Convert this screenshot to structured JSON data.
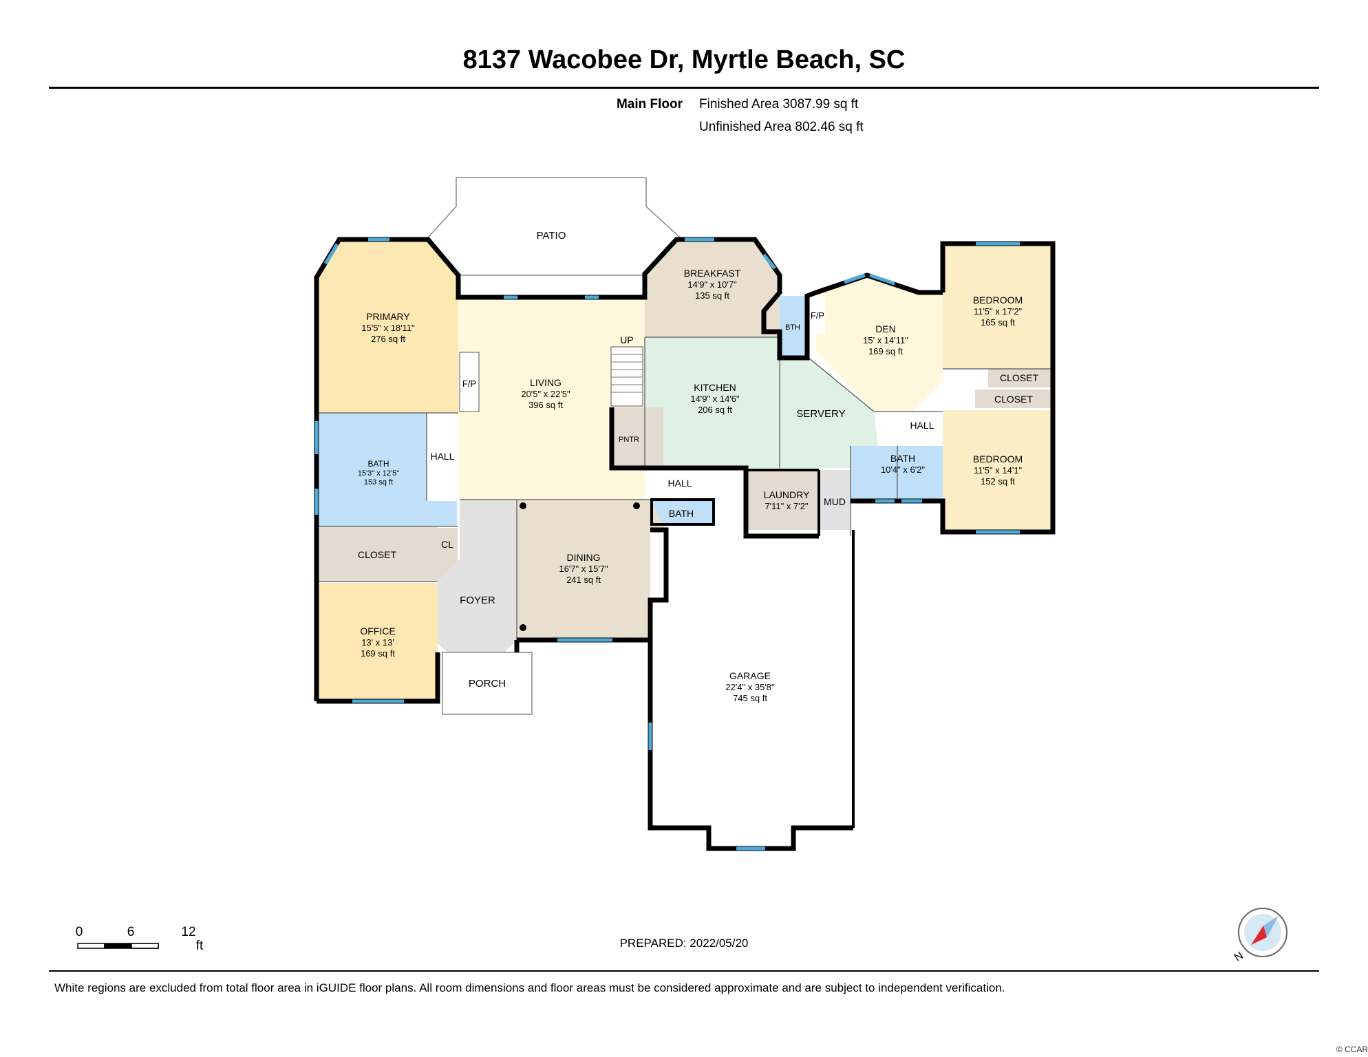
{
  "header": {
    "title": "8137 Wacobee Dr, Myrtle Beach, SC",
    "floor_label": "Main Floor",
    "finished_area": "Finished Area 3087.99 sq ft",
    "unfinished_area": "Unfinished Area 802.46 sq ft"
  },
  "colors": {
    "bedroom": "#fbeec4",
    "primary": "#fde7b3",
    "bath": "#bfe0f8",
    "living": "#fff8dc",
    "kitchen": "#dff0e4",
    "dining": "#e8dfcf",
    "closet": "#e4dbd0",
    "foyer": "#e2e2e2",
    "window": "#4ea8d8",
    "wall": "#000000"
  },
  "rooms": {
    "patio": {
      "name": "PATIO"
    },
    "primary": {
      "name": "PRIMARY",
      "dims": "15'5\" x 18'11\"",
      "area": "276 sq ft"
    },
    "breakfast": {
      "name": "BREAKFAST",
      "dims": "14'9\" x 10'7\"",
      "area": "135 sq ft"
    },
    "bth": {
      "name": "BTH"
    },
    "fp_den": {
      "name": "F/P"
    },
    "den": {
      "name": "DEN",
      "dims": "15' x 14'11\"",
      "area": "169 sq ft"
    },
    "bedroom1": {
      "name": "BEDROOM",
      "dims": "11'5\" x 17'2\"",
      "area": "165 sq ft"
    },
    "closet_a": {
      "name": "CLOSET"
    },
    "closet_b": {
      "name": "CLOSET"
    },
    "living": {
      "name": "LIVING",
      "dims": "20'5\" x 22'5\"",
      "area": "396 sq ft"
    },
    "fp_living": {
      "name": "F/P"
    },
    "up": {
      "name": "UP"
    },
    "kitchen": {
      "name": "KITCHEN",
      "dims": "14'9\" x 14'6\"",
      "area": "206 sq ft"
    },
    "servery": {
      "name": "SERVERY"
    },
    "hall_right": {
      "name": "HALL"
    },
    "bath_primary": {
      "name": "BATH",
      "dims": "15'3\" x 12'5\"",
      "area": "153 sq ft"
    },
    "hall_left": {
      "name": "HALL"
    },
    "pntr": {
      "name": "PNTR"
    },
    "hall_mid": {
      "name": "HALL"
    },
    "laundry": {
      "name": "LAUNDRY",
      "dims": "7'11\" x 7'2\""
    },
    "mud": {
      "name": "MUD"
    },
    "bath_right": {
      "name": "BATH",
      "dims": "10'4\" x 6'2\""
    },
    "bedroom2": {
      "name": "BEDROOM",
      "dims": "11'5\" x 14'1\"",
      "area": "152 sq ft"
    },
    "bath_small": {
      "name": "BATH"
    },
    "closet_left": {
      "name": "CLOSET"
    },
    "cl": {
      "name": "CL"
    },
    "dining": {
      "name": "DINING",
      "dims": "16'7\" x 15'7\"",
      "area": "241 sq ft"
    },
    "foyer": {
      "name": "FOYER"
    },
    "office": {
      "name": "OFFICE",
      "dims": "13' x 13'",
      "area": "169 sq ft"
    },
    "porch": {
      "name": "PORCH"
    },
    "garage": {
      "name": "GARAGE",
      "dims": "22'4\" x 35'8\"",
      "area": "745 sq ft"
    }
  },
  "scale": {
    "t0": "0",
    "t1": "6",
    "t2": "12",
    "unit": "ft"
  },
  "compass": {
    "label": "N"
  },
  "footer": {
    "prepared": "PREPARED: 2022/05/20",
    "disclaimer": "White regions are excluded from total floor area in iGUIDE floor plans. All room dimensions and floor areas must be considered approximate and are subject to independent verification.",
    "credit": "© CCAR"
  }
}
